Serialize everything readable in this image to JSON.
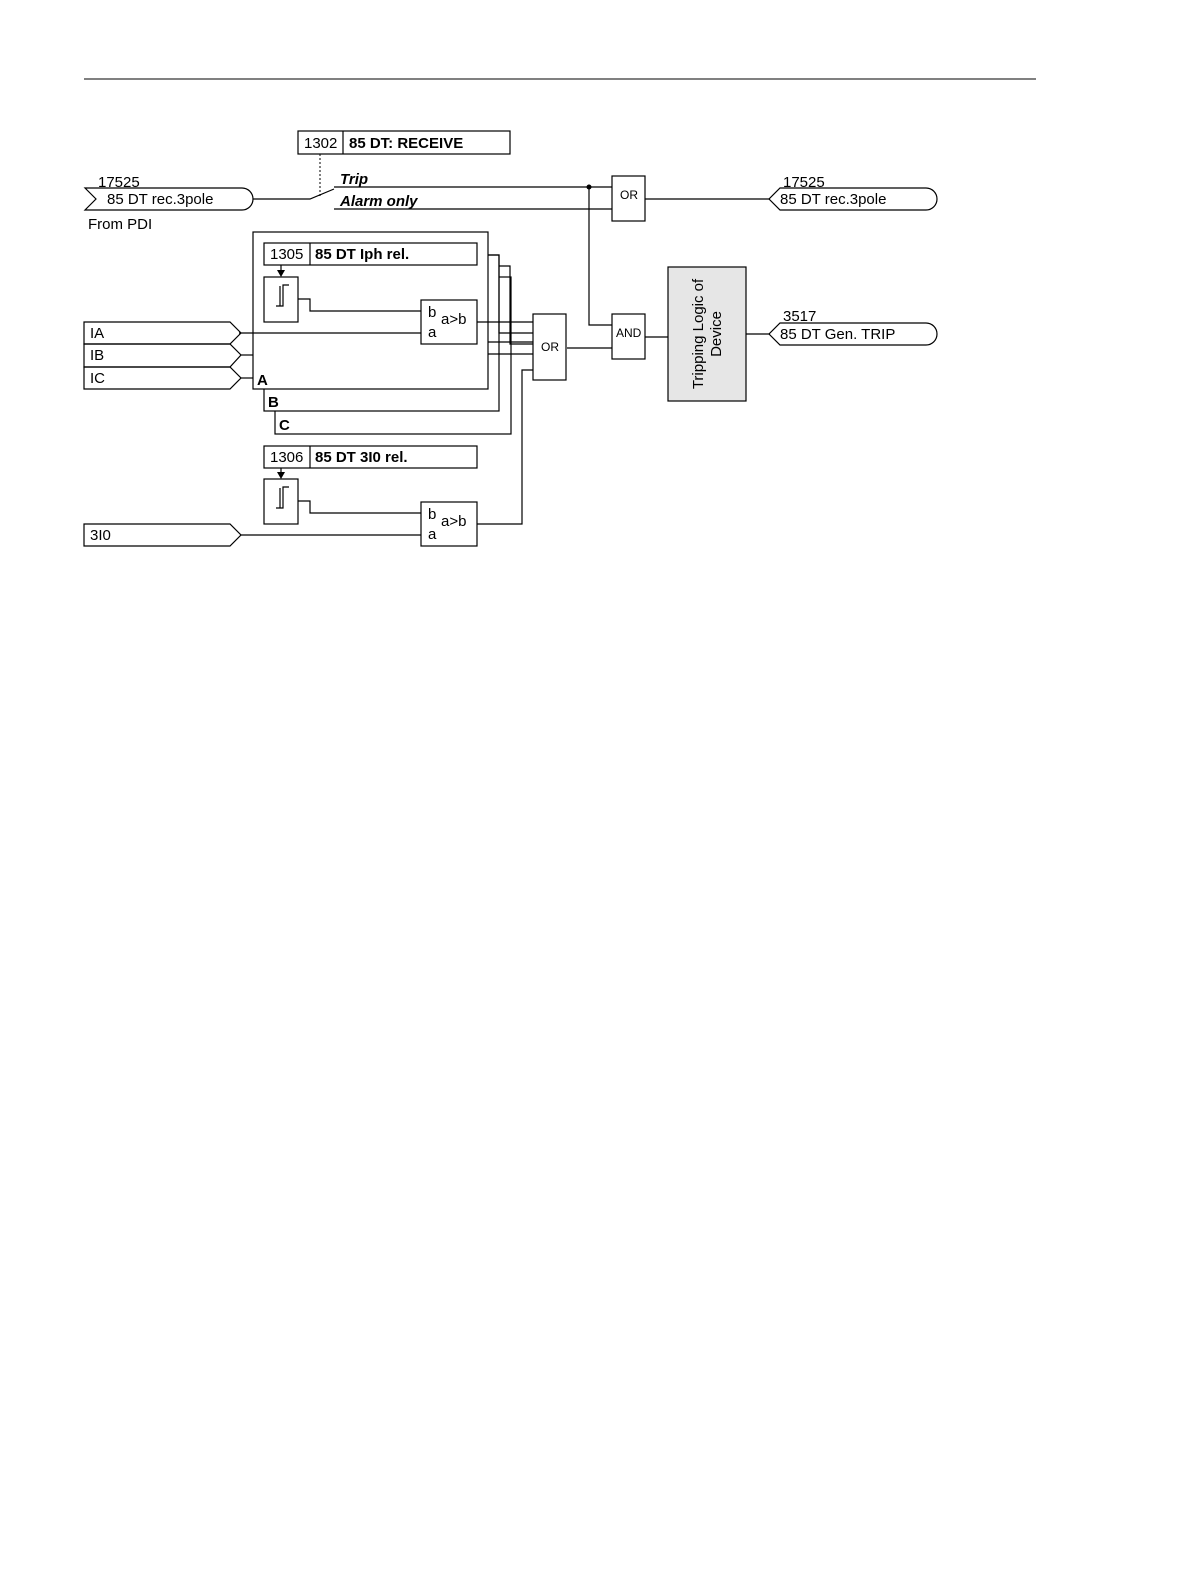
{
  "receive_param": {
    "number": "1302",
    "label": "85 DT: RECEIVE",
    "option_trip": "Trip",
    "option_alarm": "Alarm only"
  },
  "input_signal": {
    "number": "17525",
    "label": "85 DT rec.3pole",
    "source": "From PDI"
  },
  "output_signal_rec": {
    "number": "17525",
    "label": "85 DT rec.3pole"
  },
  "output_signal_trip": {
    "number": "3517",
    "label": "85 DT Gen. TRIP"
  },
  "iph_param": {
    "number": "1305",
    "label": "85 DT Iph rel."
  },
  "i0_param": {
    "number": "1306",
    "label": "85 DT 3I0 rel."
  },
  "current_inputs": [
    "IA",
    "IB",
    "IC",
    "3I0"
  ],
  "phase_labels": [
    "A",
    "B",
    "C"
  ],
  "comparator": {
    "in_b": "b",
    "in_a": "a",
    "op": "a>b"
  },
  "gates": {
    "or": "OR",
    "and": "AND"
  },
  "tripping_logic": {
    "line1": "Tripping Logic of",
    "line2": "Device"
  }
}
